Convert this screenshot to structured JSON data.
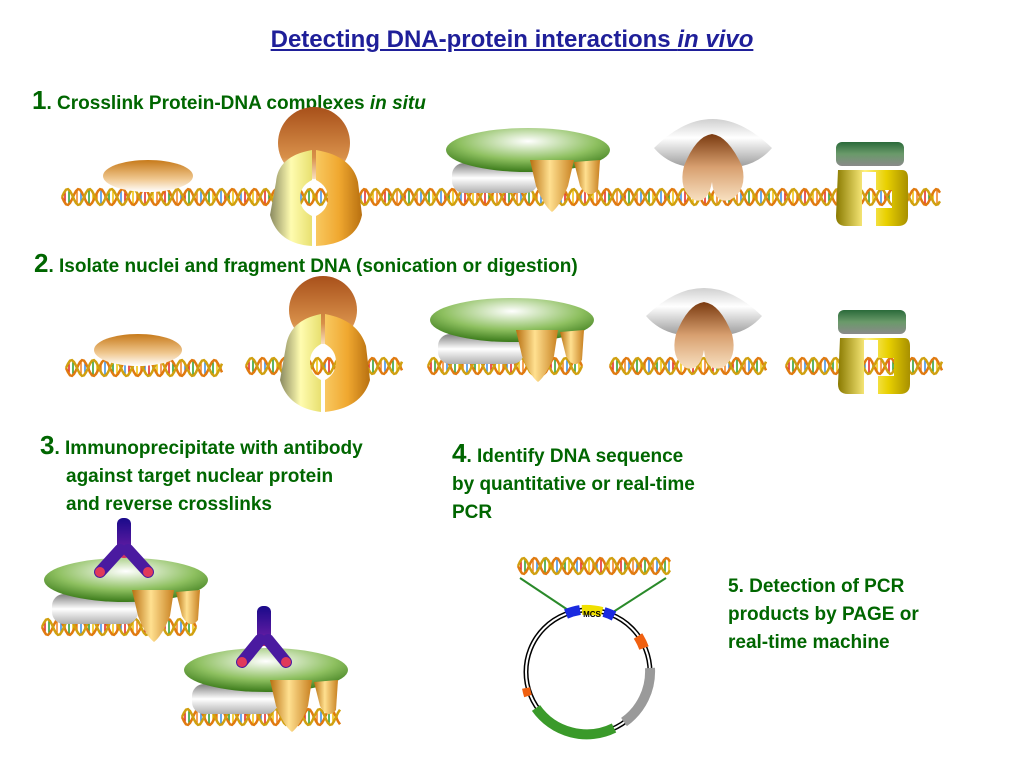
{
  "title": {
    "main": "Detecting DNA-protein interactions ",
    "italic": "in vivo"
  },
  "steps": [
    {
      "num": "1",
      "text": ". Crosslink Protein-DNA complexes ",
      "italic": "in situ"
    },
    {
      "num": "2",
      "text": ". Isolate nuclei  and fragment DNA (sonication or digestion)"
    },
    {
      "num": "3",
      "lines": [
        ". Immunoprecipitate with antibody",
        "against target nuclear protein",
        "and reverse crosslinks"
      ]
    },
    {
      "num": "4",
      "lines": [
        ". Identify  DNA sequence",
        "by quantitative or real-time",
        "PCR"
      ]
    },
    {
      "lines": [
        "5. Detection of PCR",
        "products by PAGE or",
        "real-time machine"
      ]
    }
  ],
  "plasmid": {
    "mcs_label": "MCS"
  },
  "colors": {
    "title": "#1f1f99",
    "step_text": "#006600",
    "protein_green": "#5a9e2a",
    "protein_orange": "#e09a2a",
    "protein_yellow": "#e8d800",
    "antibody": "#3a1a9a",
    "plasmid_green": "#3a9a2a",
    "plasmid_gray": "#9a9a9a",
    "mcs_blue": "#1a2ae0",
    "mcs_yellow": "#f0e000",
    "plasmid_orange": "#f06010"
  }
}
